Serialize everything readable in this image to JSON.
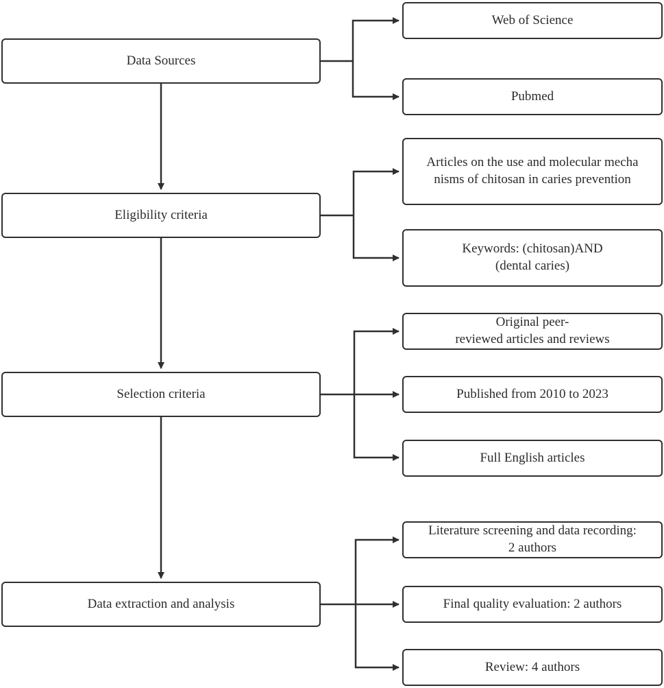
{
  "diagram": {
    "stages": [
      {
        "label": "Data Sources"
      },
      {
        "label": "Eligibility criteria"
      },
      {
        "label": "Selection criteria"
      },
      {
        "label": "Data extraction and analysis"
      }
    ],
    "data_sources": {
      "web_of_science": "Web of Science",
      "pubmed": "Pubmed"
    },
    "eligibility": {
      "articles_line1": "Articles on the use and molecular mecha",
      "articles_line2": "nisms of chitosan in caries prevention",
      "keywords_line1": "Keywords: (chitosan)AND",
      "keywords_line2": "(dental caries)"
    },
    "selection": {
      "original_line1": "Original peer-",
      "original_line2": "reviewed articles and reviews",
      "published": "Published from 2010 to 2023",
      "english": "Full English articles"
    },
    "extraction": {
      "screening_line1": "Literature screening and data recording:",
      "screening_line2": "2 authors",
      "quality": "Final quality evaluation: 2 authors",
      "review": "Review: 4 authors"
    }
  }
}
